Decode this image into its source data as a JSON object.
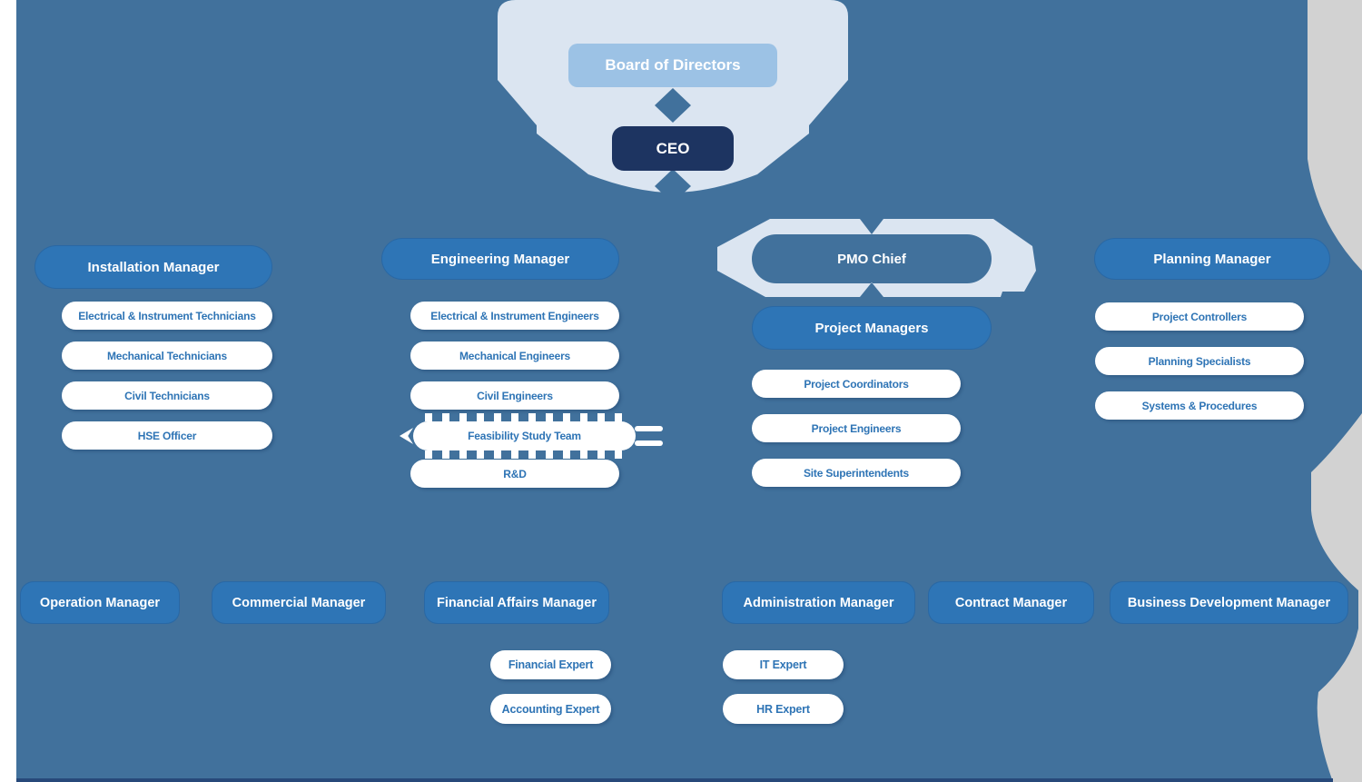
{
  "colors": {
    "background_blue": "#41719c",
    "manager_blue": "#2e75b6",
    "light_decor_blue": "#dbe5f1",
    "board_blue": "#9cc2e5",
    "ceo_navy": "#1d3461",
    "pill_text_blue": "#2e74b5",
    "pill_white": "#ffffff",
    "margin_gray": "#d2d2d2",
    "bottom_strip_navy": "#27497a"
  },
  "executive": {
    "board": "Board of Directors",
    "ceo": "CEO"
  },
  "departments": {
    "installation": {
      "manager": "Installation Manager",
      "teams": [
        "Electrical & Instrument Technicians",
        "Mechanical Technicians",
        "Civil Technicians",
        "HSE Officer"
      ]
    },
    "engineering": {
      "manager": "Engineering Manager",
      "teams": [
        "Electrical & Instrument Engineers",
        "Mechanical Engineers",
        "Civil Engineers",
        "Feasibility Study Team",
        "R&D"
      ]
    },
    "pmo": {
      "manager": "PMO Chief",
      "lead": "Project Managers",
      "teams": [
        "Project Coordinators",
        "Project Engineers",
        "Site Superintendents"
      ]
    },
    "planning": {
      "manager": "Planning Manager",
      "teams": [
        "Project Controllers",
        "Planning Specialists",
        "Systems & Procedures"
      ]
    }
  },
  "line_managers": [
    "Operation Manager",
    "Commercial Manager",
    "Financial Affairs Manager",
    "Administration Manager",
    "Contract Manager",
    "Business Development Manager"
  ],
  "financial_affairs_team": [
    "Financial Expert",
    "Accounting Expert"
  ],
  "administration_team": [
    "IT Expert",
    "HR Expert"
  ]
}
